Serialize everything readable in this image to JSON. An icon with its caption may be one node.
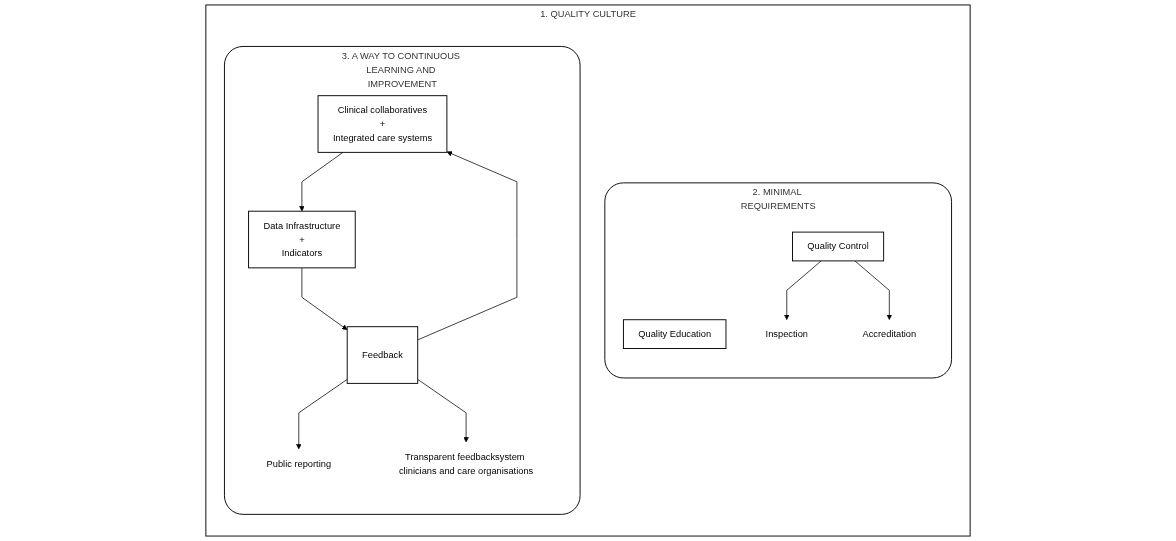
{
  "diagram": {
    "nodes": [
      {
        "text": [
          "1. QUALITY CULTURE"
        ]
      },
      {
        "text": [
          "2. MINIMAL REQUIREMENTS"
        ],
        "in": 0
      },
      {
        "text": [
          "Quality Education"
        ],
        "in": 1
      },
      {
        "text": [
          "Quality Control"
        ],
        "in": 1
      },
      {
        "text": [
          "Inspection"
        ],
        "in": 1
      },
      {
        "text": [
          "Accreditation"
        ],
        "in": 1
      },
      {
        "text": [
          "3. A WAY TO CONTINUOUS LEARNING AND IMPROVEMENT"
        ],
        "in": 0
      },
      {
        "text": [
          "Clinical collaboratives",
          "+",
          "Integrated care systems"
        ],
        "in": 6
      },
      {
        "text": [
          "Data Infrastructure",
          "+",
          "Indicators"
        ],
        "in": 6
      },
      {
        "text": [
          "Feedback"
        ],
        "in": 6
      },
      {
        "text": [
          "Public reporting"
        ],
        "in": 6
      },
      {
        "text": [
          "Transparent feedbacksystem clinicians and care organisations"
        ],
        "in": 6
      }
    ],
    "edges": [
      {
        "from": 3,
        "to": 4,
        "arrow": "to"
      },
      {
        "from": 3,
        "to": 5,
        "arrow": "to"
      },
      {
        "from": 7,
        "to": 8,
        "arrow": "to"
      },
      {
        "from": 9,
        "to": 7,
        "arrow": "to"
      },
      {
        "from": 8,
        "to": 9,
        "arrow": "to"
      },
      {
        "from": 9,
        "to": 10,
        "arrow": "to"
      },
      {
        "from": 9,
        "to": 11,
        "arrow": "to"
      }
    ]
  }
}
